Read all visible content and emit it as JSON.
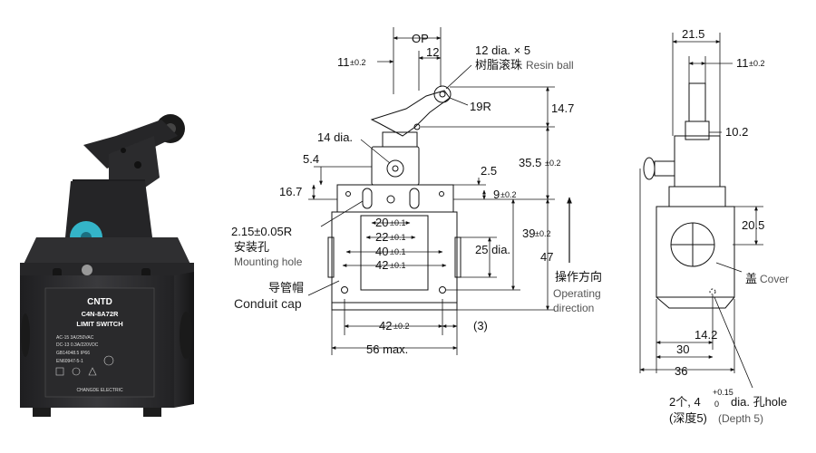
{
  "product": {
    "brand": "CNTD",
    "model": "C4N-8A72R",
    "type_label": "LIMIT SWITCH",
    "spec_line1": "AC-15  3A/250VAC",
    "spec_line2": "DC-13  0.3A/220VDC",
    "spec_line3": "GB14048.5  IP66",
    "spec_line4": "EN60947-5-1",
    "maker": "CHANGDE ELECTRIC",
    "body_color": "#2e2e30",
    "plunger_color": "#34b4c8"
  },
  "front_view": {
    "op_label": "OP",
    "dim_11": "11",
    "tol_11": "±0.2",
    "dim_12": "12",
    "ball_label": "12 dia. × 5",
    "ball_cn": "树脂滚珠",
    "ball_en": "Resin ball",
    "radius_19": "19R",
    "dim_14_7": "14.7",
    "dia_14": "14 dia.",
    "dim_5_4": "5.4",
    "dim_2_5": "2.5",
    "dim_35_5": "35.5",
    "tol_35_5": "±0.2",
    "dim_16_7": "16.7",
    "dim_9": "9",
    "tol_9": "±0.2",
    "hole_label": "2.15±0.05R",
    "hole_cn": "安装孔",
    "hole_en": "Mounting hole",
    "dim_20": "20",
    "tol_20": "±0.1",
    "dim_22": "22",
    "tol_22": "±0.1",
    "dim_40": "40",
    "tol_40": "±0.1",
    "dim_42": "42",
    "tol_42": "±0.1",
    "dim_39": "39",
    "tol_39": "±0.2",
    "dia_25": "25 dia.",
    "dim_47": "47",
    "dir_cn": "操作方向",
    "dir_en1": "Operating",
    "dir_en2": "direction",
    "cap_cn": "导管帽",
    "cap_en": "Conduit cap",
    "dim_42b": "42",
    "tol_42b": "±0.2",
    "dim_3": "(3)",
    "dim_56": "56 max."
  },
  "side_view": {
    "dim_21_5": "21.5",
    "dim_11": "11",
    "tol_11": "±0.2",
    "dim_10_2": "10.2",
    "dim_20_5": "20.5",
    "cover_cn": "盖",
    "cover_en": "Cover",
    "dim_14_2": "14.2",
    "dim_30": "30",
    "dim_36": "36",
    "hole_prefix": "2个, 4",
    "hole_tol_up": "+0.15",
    "hole_tol_lo": "0",
    "hole_suffix": "dia. 孔hole",
    "depth_cn": "(深度5)",
    "depth_en": "(Depth 5)"
  }
}
